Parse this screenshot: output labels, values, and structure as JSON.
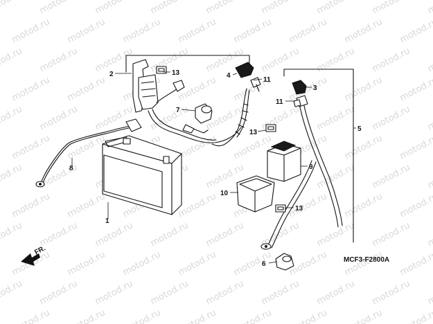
{
  "watermark": {
    "text": "motod.ru"
  },
  "diagram_code": "MCF3-F2800A",
  "direction_marker": {
    "label": "FR.",
    "icon": "front-arrow-icon"
  },
  "callouts": {
    "battery": "1",
    "fuse_box": "2",
    "cable_cover_right": "3",
    "cable_cover_left": "4",
    "negative_cable": "5",
    "terminal_cover": "6",
    "cap": "7",
    "positive_cable": "8",
    "relay_holder": "9",
    "relay_cover": "10",
    "bolt_upper": "11",
    "bolt_lower": "11",
    "fuse_upper": "13",
    "fuse_middle": "13",
    "fuse_lower": "13"
  }
}
